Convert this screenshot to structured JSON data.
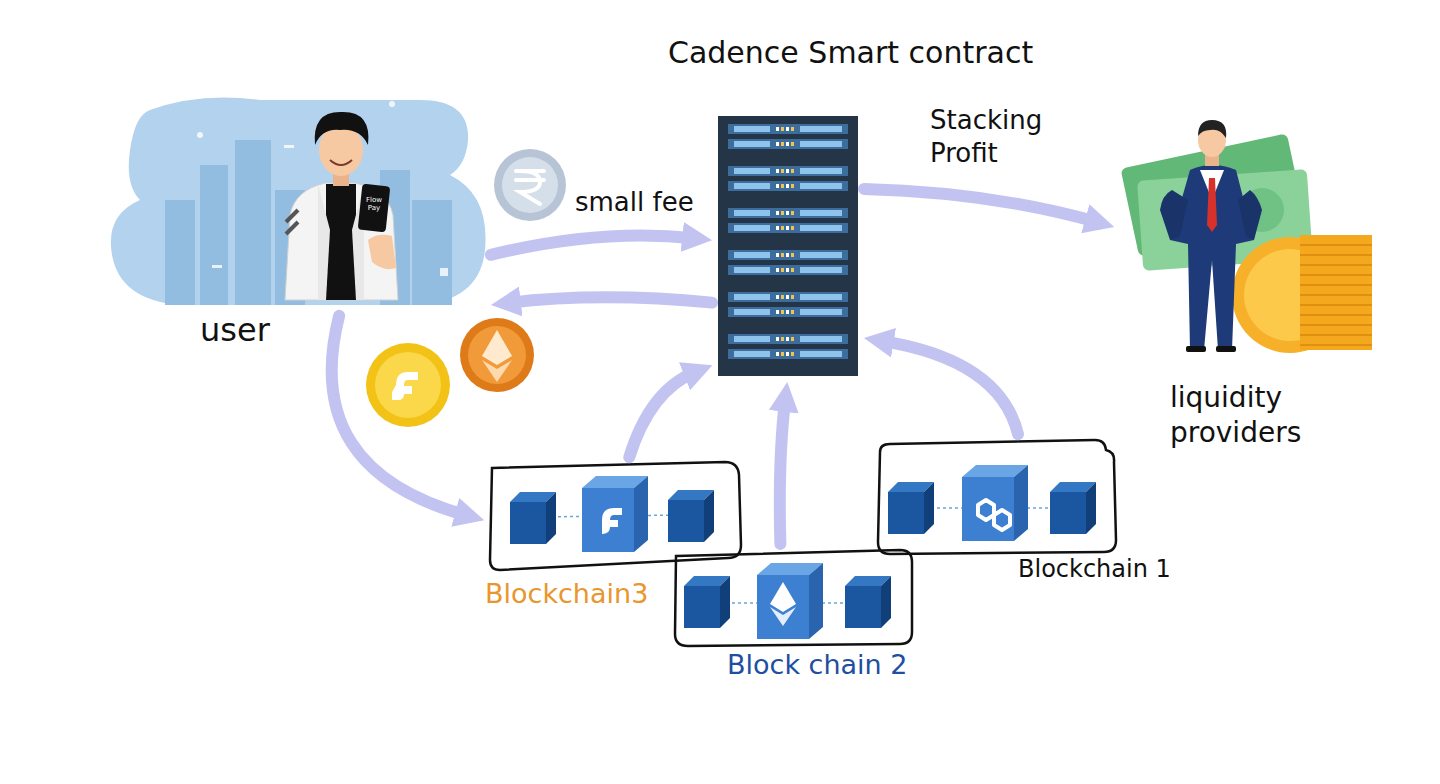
{
  "diagram": {
    "nodes": [
      {
        "text": [
          "Cadence Smart contract"
        ]
      },
      {
        "text": [
          "user"
        ]
      },
      {
        "text": [
          "liquidity providers"
        ]
      },
      {
        "text": [
          "Blockchain3"
        ]
      },
      {
        "text": [
          "Block chain 2"
        ]
      },
      {
        "text": [
          "Blockchain 1"
        ]
      }
    ],
    "edges": [
      {
        "from": 1,
        "to": 0,
        "label": "small fee",
        "arrow": "to"
      },
      {
        "from": 0,
        "to": 1,
        "arrow": "to"
      },
      {
        "from": 0,
        "to": 2,
        "label": "Stacking Profit",
        "arrow": "to"
      },
      {
        "from": 1,
        "to": 3,
        "arrow": "to"
      },
      {
        "from": 3,
        "to": 0,
        "arrow": "to"
      },
      {
        "from": 4,
        "to": 0,
        "arrow": "to"
      },
      {
        "from": 5,
        "to": 0,
        "arrow": "to"
      }
    ],
    "labels": [
      "Flow Pay"
    ]
  }
}
